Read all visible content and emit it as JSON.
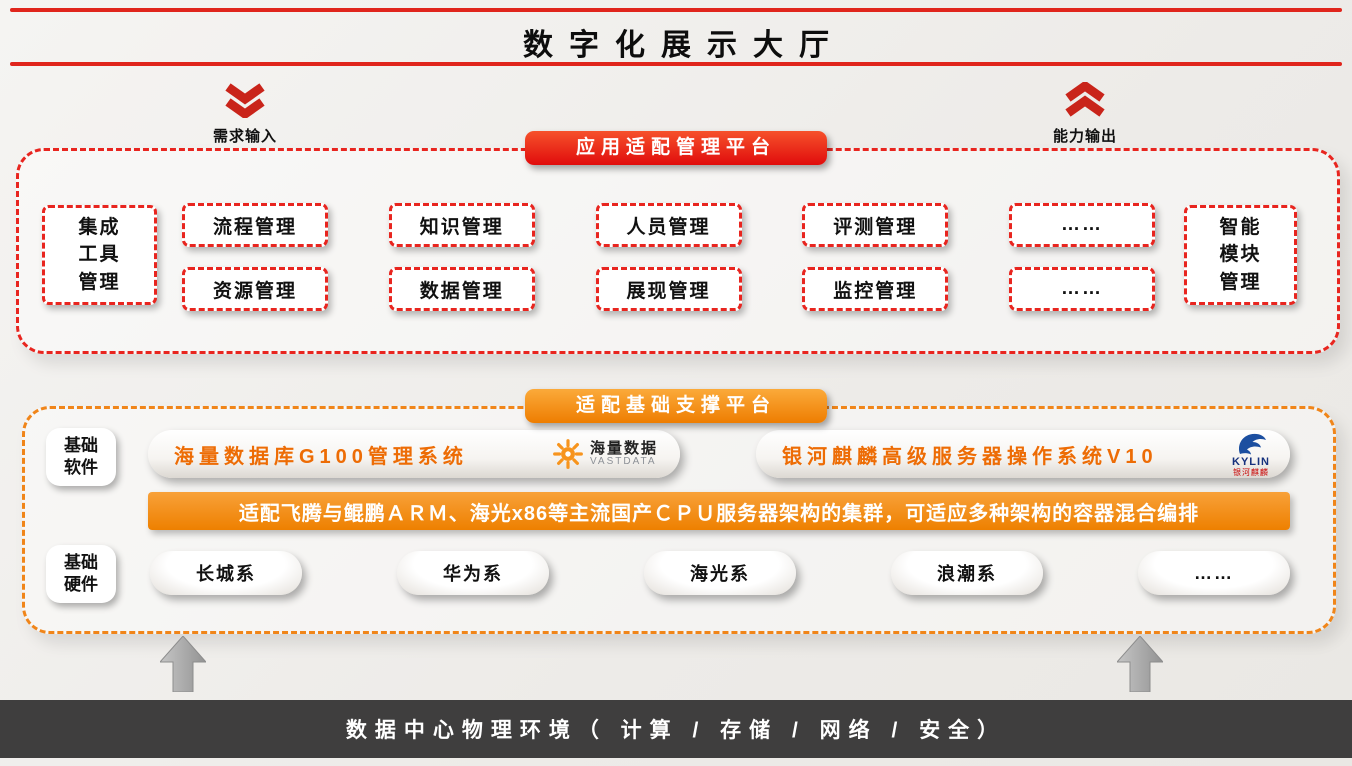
{
  "title": "数字化展示大厅",
  "arrows": {
    "input_label": "需求输入",
    "output_label": "能力输出"
  },
  "app_platform": {
    "badge": "应用适配管理平台",
    "left_module": "集成\n工具\n管理",
    "right_module": "智能\n模块\n管理",
    "columns": [
      {
        "top": "流程管理",
        "bottom": "资源管理"
      },
      {
        "top": "知识管理",
        "bottom": "数据管理"
      },
      {
        "top": "人员管理",
        "bottom": "展现管理"
      },
      {
        "top": "评测管理",
        "bottom": "监控管理"
      },
      {
        "top": "……",
        "bottom": "……"
      }
    ]
  },
  "base_platform": {
    "badge": "适配基础支撑平台",
    "software_label": "基础\n软件",
    "hardware_label": "基础\n硬件",
    "software_systems": [
      {
        "name": "海量数据库G100管理系统"
      },
      {
        "name": "银河麒麟高级服务器操作系统V10"
      }
    ],
    "vastdata_logo": {
      "name": "海量数据",
      "sub": "VASTDATA"
    },
    "kylin_logo": {
      "name": "KYLIN",
      "sub": "银河麒麟"
    },
    "banner": "适配飞腾与鲲鹏ＡＲＭ、海光x86等主流国产ＣＰＵ服务器架构的集群，可适应多种架构的容器混合编排",
    "hardware_systems": [
      "长城系",
      "华为系",
      "海光系",
      "浪潮系",
      "……"
    ]
  },
  "footer": "数据中心物理环境（ 计算 / 存储 / 网络 / 安全）",
  "colors": {
    "red": "#e0251c",
    "orange": "#f08300",
    "footer_bg": "#3f3e3e"
  }
}
